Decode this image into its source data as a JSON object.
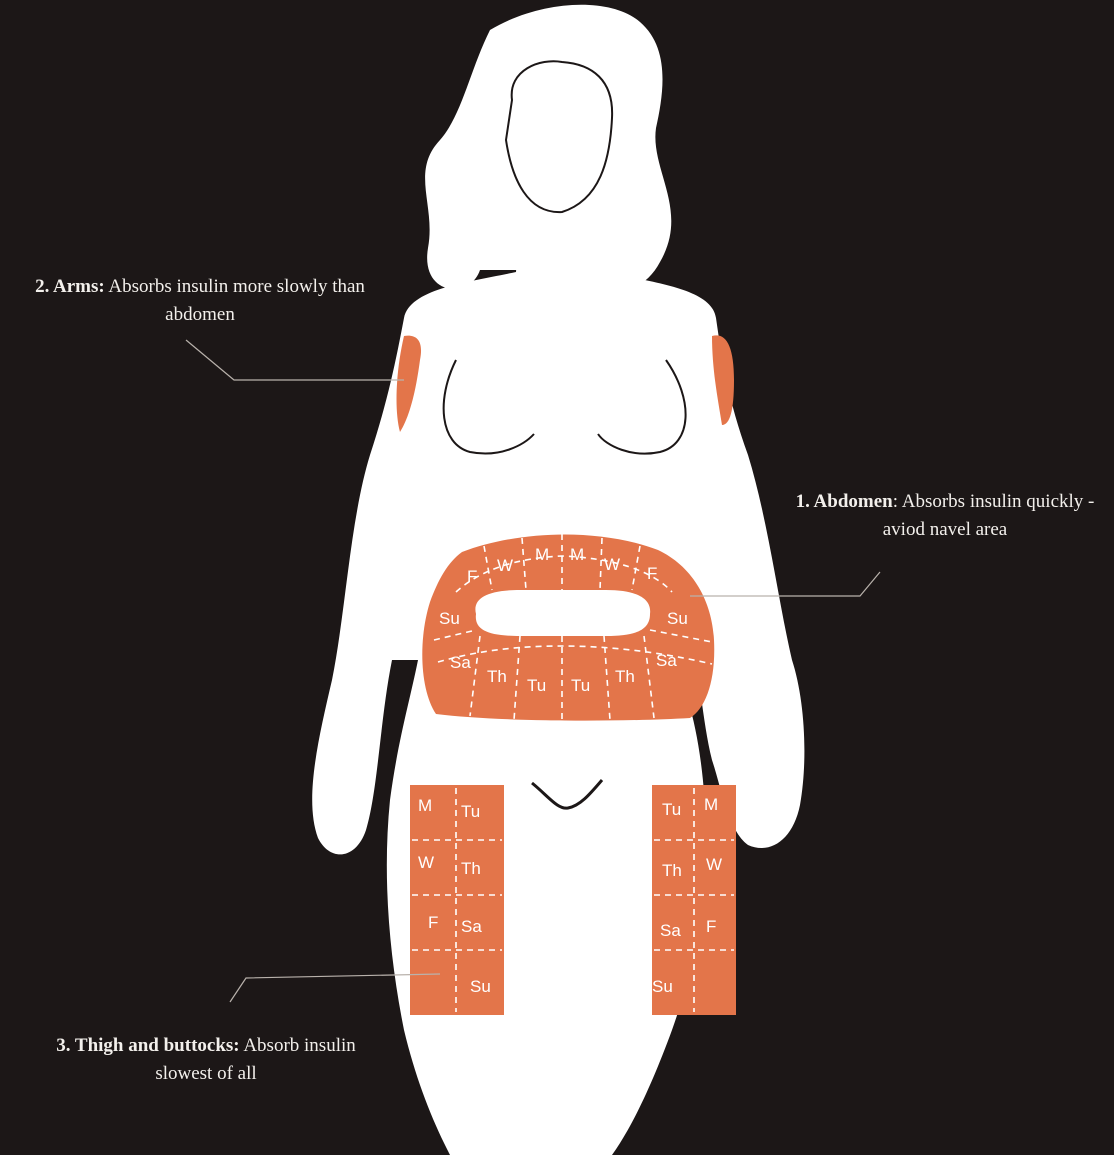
{
  "captions": {
    "arms": {
      "heading": "2. Arms:",
      "text": "Absorbs insulin more slowly than abdomen"
    },
    "abdomen": {
      "heading": "1. Abdomen",
      "text": ": Absorbs insulin quickly - aviod navel area"
    },
    "thigh": {
      "heading": "3. Thigh and buttocks:",
      "text": "Absorb insulin slowest of all"
    }
  },
  "abdomen_labels": {
    "top": [
      "F",
      "W",
      "M",
      "M",
      "W",
      "F"
    ],
    "sides": [
      "Su",
      "Su"
    ],
    "bottom": [
      "Sa",
      "Th",
      "Tu",
      "Tu",
      "Th",
      "Sa"
    ]
  },
  "left_thigh_labels": [
    [
      "M",
      "Tu"
    ],
    [
      "W",
      "Th"
    ],
    [
      "F",
      "Sa"
    ],
    [
      "",
      "Su"
    ]
  ],
  "right_thigh_labels": [
    [
      "Tu",
      "M"
    ],
    [
      "Th",
      "W"
    ],
    [
      "Sa",
      "F"
    ],
    [
      "Su",
      ""
    ]
  ],
  "colors": {
    "background": "#1c1717",
    "body": "#ffffff",
    "injection_zone": "#e3754a",
    "text": "#f3f0ec"
  }
}
